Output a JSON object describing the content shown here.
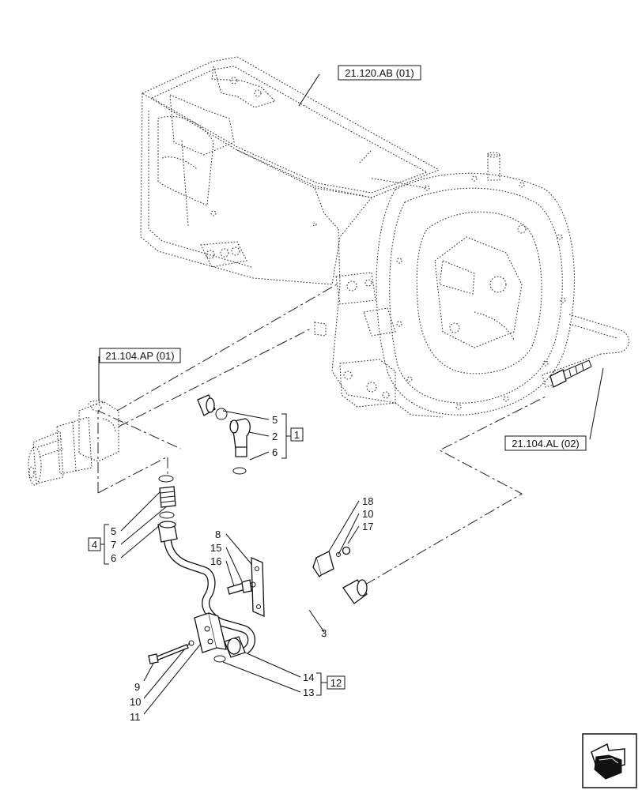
{
  "references": {
    "transmission": "21.120.AB (01)",
    "pump": "21.104.AP (01)",
    "line": "21.104.AL (02)"
  },
  "groups": {
    "g1": "1",
    "g4": "4",
    "g12": "12"
  },
  "callouts": {
    "c5a": "5",
    "c2": "2",
    "c6a": "6",
    "c5b": "5",
    "c7": "7",
    "c6b": "6",
    "c8": "8",
    "c15": "15",
    "c16": "16",
    "c18": "18",
    "c10a": "10",
    "c17": "17",
    "c3": "3",
    "c9": "9",
    "c10b": "10",
    "c11": "11",
    "c14": "14",
    "c13": "13"
  },
  "icons": {
    "nav": "next-page-arrow-icon"
  }
}
